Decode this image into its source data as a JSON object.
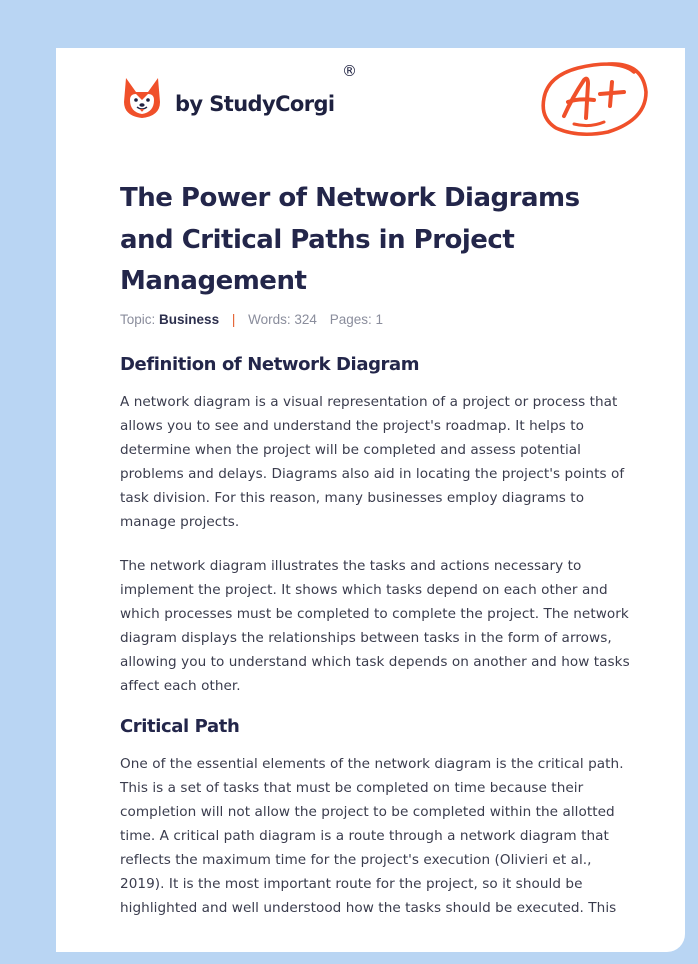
{
  "brand": {
    "name": "by StudyCorgi",
    "registered_mark": "®",
    "logo_icon": "corgi-icon",
    "accent_color": "#f0502a"
  },
  "badge": {
    "icon": "grade-a-plus-icon",
    "text": "A+"
  },
  "article": {
    "title": "The Power of Network Diagrams and Critical Paths in Project Management",
    "meta": {
      "topic_label": "Topic:",
      "topic_value": "Business",
      "separator": "|",
      "words": "Words: 324",
      "pages": "Pages: 1"
    },
    "sections": [
      {
        "heading": "Definition of Network Diagram",
        "paragraphs": [
          "A network diagram is a visual representation of a project or process that allows you to see and understand the project's roadmap. It helps to determine when the project will be completed and assess potential problems and delays. Diagrams also aid in locating the project's points of task division. For this reason, many businesses employ diagrams to manage projects.",
          "The network diagram illustrates the tasks and actions necessary to implement the project. It shows which tasks depend on each other and which processes must be completed to complete the project. The network diagram displays the relationships between tasks in the form of arrows, allowing you to understand which task depends on another and how tasks affect each other."
        ]
      },
      {
        "heading": "Critical Path",
        "paragraphs": [
          "One of the essential elements of the network diagram is the critical path. This is a set of tasks that must be completed on time because their completion will not allow the project to be completed within the allotted time. A critical path diagram is a route through a network diagram that reflects the maximum time for the project's execution (Olivieri et al., 2019). It is the most important route for the project, so it should be highlighted and well understood how the tasks should be executed. This"
        ]
      }
    ]
  },
  "colors": {
    "page_background": "#b9d5f3",
    "card_background": "#ffffff",
    "heading_text": "#23264a",
    "body_text": "#3a3c4d",
    "meta_text": "#8a8d9c",
    "separator": "#e35d2c"
  }
}
